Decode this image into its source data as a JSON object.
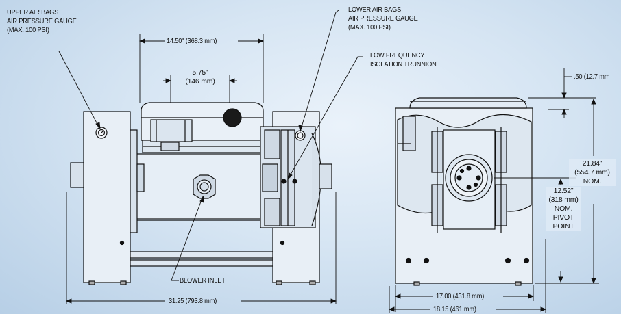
{
  "callouts": {
    "upper_gauge": [
      "UPPER AIR BAGS",
      "AIR PRESSURE GAUGE",
      "(MAX. 100 PSI)"
    ],
    "lower_gauge": [
      "LOWER AIR BAGS",
      "AIR PRESSURE GAUGE",
      "(MAX. 100 PSI)"
    ],
    "trunnion": [
      "LOW FREQUENCY",
      "ISOLATION TRUNNION"
    ],
    "blower": "BLOWER INLET"
  },
  "front_view": {
    "top_width": "14.50\" (368.3 mm)",
    "inner_width_in": "5.75\"",
    "inner_width_mm": "(146 mm)",
    "overall_width": "31.25 (793.8 mm)"
  },
  "side_view": {
    "top_offset": ".50 (12.7 mm",
    "height_in": "21.84\"",
    "height_mm": "(554.7 mm)",
    "height_nom": "NOM.",
    "pivot_in": "12.52\"",
    "pivot_mm": "(318 mm)",
    "pivot_nom": "NOM.",
    "pivot_word1": "PIVOT",
    "pivot_word2": "POINT",
    "base_width": "17.00 (431.8 mm)",
    "overall_width": "18.15 (461 mm)"
  }
}
